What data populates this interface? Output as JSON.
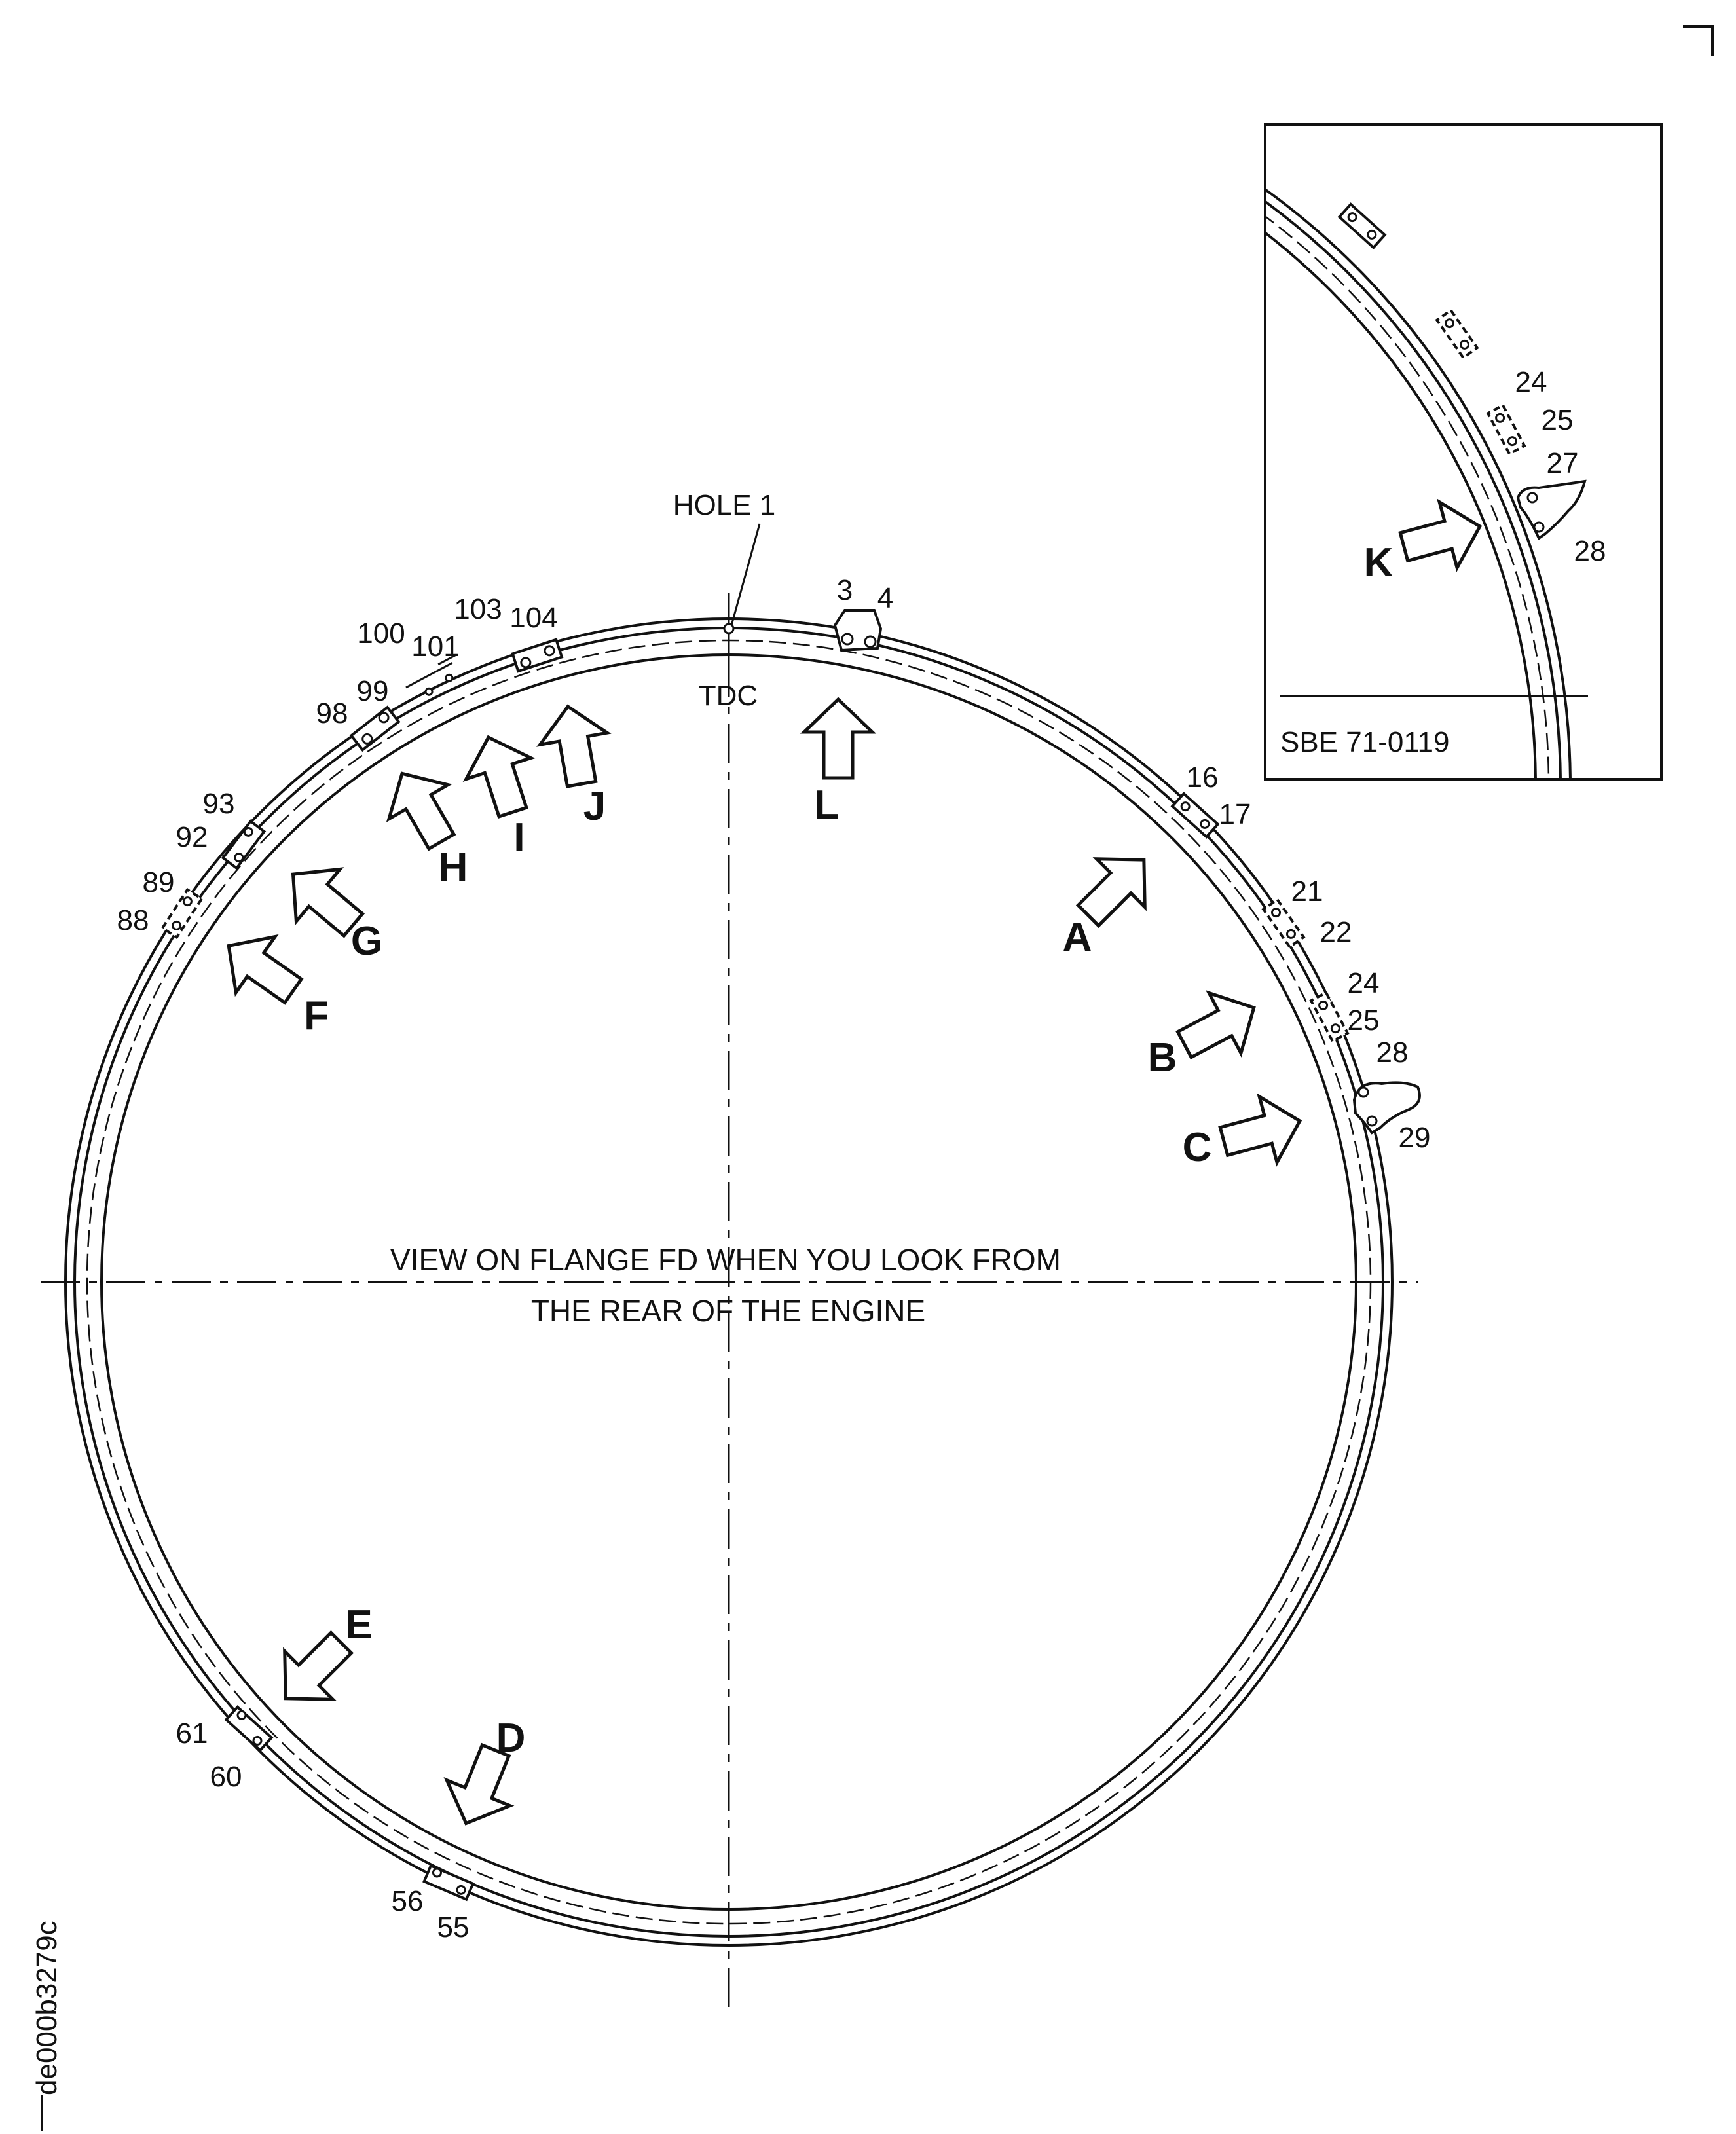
{
  "diagram": {
    "title_line_1": "VIEW ON FLANGE FD WHEN YOU LOOK FROM",
    "title_line_2": "THE REAR OF THE ENGINE",
    "hole_label": "HOLE 1",
    "tdc_label": "TDC",
    "figure_id": "de000b3279c",
    "hole_numbers": {
      "h3": "3",
      "h4": "4",
      "h16": "16",
      "h17": "17",
      "h21": "21",
      "h22": "22",
      "h24": "24",
      "h25": "25",
      "h28": "28",
      "h29": "29",
      "h55": "55",
      "h56": "56",
      "h60": "60",
      "h61": "61",
      "h88": "88",
      "h89": "89",
      "h92": "92",
      "h93": "93",
      "h98": "98",
      "h99": "99",
      "h100": "100",
      "h101": "101",
      "h103": "103",
      "h104": "104"
    },
    "view_arrows": {
      "A": "A",
      "B": "B",
      "C": "C",
      "D": "D",
      "E": "E",
      "F": "F",
      "G": "G",
      "H": "H",
      "I": "I",
      "J": "J",
      "L": "L"
    }
  },
  "inset": {
    "ref": "SBE 71-0119",
    "arrow": "K",
    "hole_numbers": {
      "h24": "24",
      "h25": "25",
      "h27": "27",
      "h28": "28"
    }
  }
}
